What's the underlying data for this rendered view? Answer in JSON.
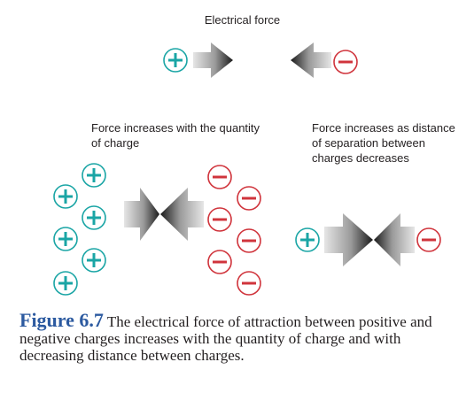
{
  "diagram": {
    "title": "Electrical force",
    "left_label": "Force increases with the quantity of charge",
    "right_label": "Force increases as distance of separation between charges decreases",
    "colors": {
      "positive": "#1aa5a5",
      "negative": "#d0343c",
      "arrow_dark": "#1a1a1a",
      "arrow_light": "#d9d9d9"
    }
  },
  "caption": {
    "figure": "Figure 6.7",
    "text": "The electrical force of attraction between positive and negative charges increases with the quantity of charge and with decreasing distance between charges."
  }
}
